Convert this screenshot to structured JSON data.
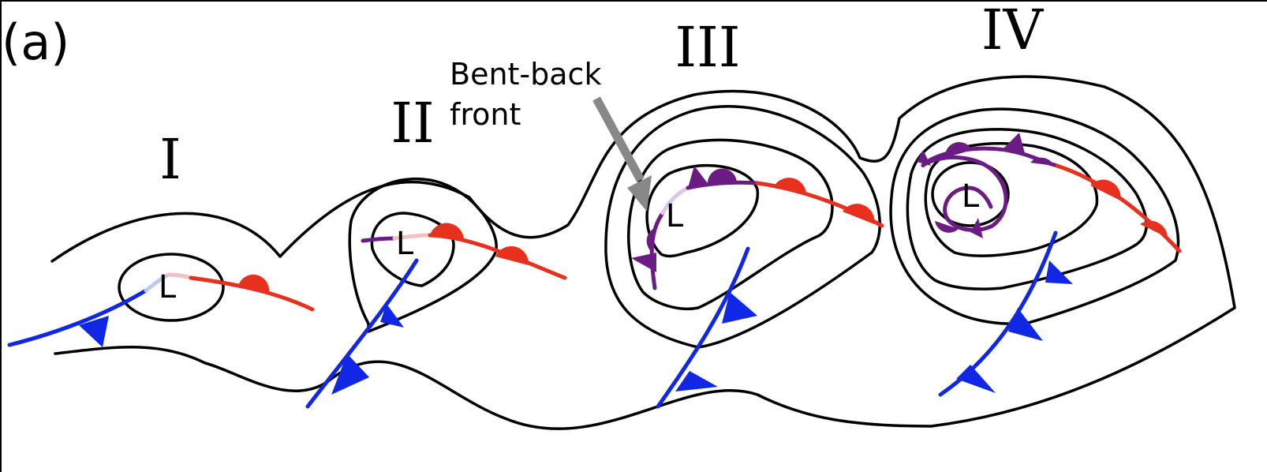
{
  "panel_label": "(a)",
  "stages": [
    {
      "numeral": "I",
      "low_label": "L"
    },
    {
      "numeral": "II",
      "low_label": "L"
    },
    {
      "numeral": "III",
      "low_label": "L"
    },
    {
      "numeral": "IV",
      "low_label": "L"
    }
  ],
  "annotation": {
    "line1": "Bent-back",
    "line2": "front"
  },
  "colors": {
    "isobar": "#000000",
    "cold_front": "#1028e6",
    "warm_front": "#e8301f",
    "occluded_front": "#6a1c84",
    "pale_blue": "#c0c8f0",
    "pale_red": "#f3c0c4",
    "pale_purple": "#dcc8e6",
    "arrow": "#888888",
    "frame": "#000000"
  }
}
